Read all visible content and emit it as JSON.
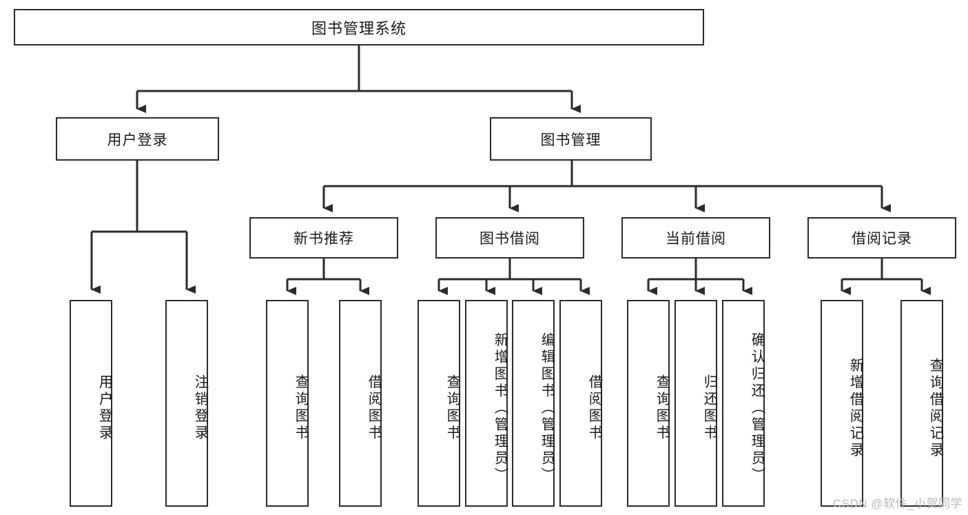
{
  "diagram": {
    "title": "图书管理系统",
    "type": "tree-hierarchy-diagram",
    "colors": {
      "stroke": "#2b2b2b",
      "background": "#ffffff",
      "text": "#1a1a1a",
      "watermark": "#b9b9b9"
    },
    "root": {
      "label": "图书管理系统"
    },
    "level2": [
      {
        "label": "用户登录"
      },
      {
        "label": "图书管理"
      }
    ],
    "level3": [
      {
        "label": "新书推荐"
      },
      {
        "label": "图书借阅"
      },
      {
        "label": "当前借阅"
      },
      {
        "label": "借阅记录"
      }
    ],
    "leaves": {
      "user_login": [
        {
          "label": "用户登录"
        },
        {
          "label": "注销登录"
        }
      ],
      "new_book_recommend": [
        {
          "label": "查询图书"
        },
        {
          "label": "借阅图书"
        }
      ],
      "book_borrow": [
        {
          "label": "查询图书"
        },
        {
          "label": "新增图书（管理员）"
        },
        {
          "label": "编辑图书（管理员）"
        },
        {
          "label": "借阅图书"
        }
      ],
      "current_borrow": [
        {
          "label": "查询图书"
        },
        {
          "label": "归还图书"
        },
        {
          "label": "确认归还（管理员）"
        }
      ],
      "borrow_record": [
        {
          "label": "新增借阅记录"
        },
        {
          "label": "查询借阅记录"
        }
      ]
    }
  },
  "watermark": {
    "text": "CSDN @软件_小贺同学"
  }
}
